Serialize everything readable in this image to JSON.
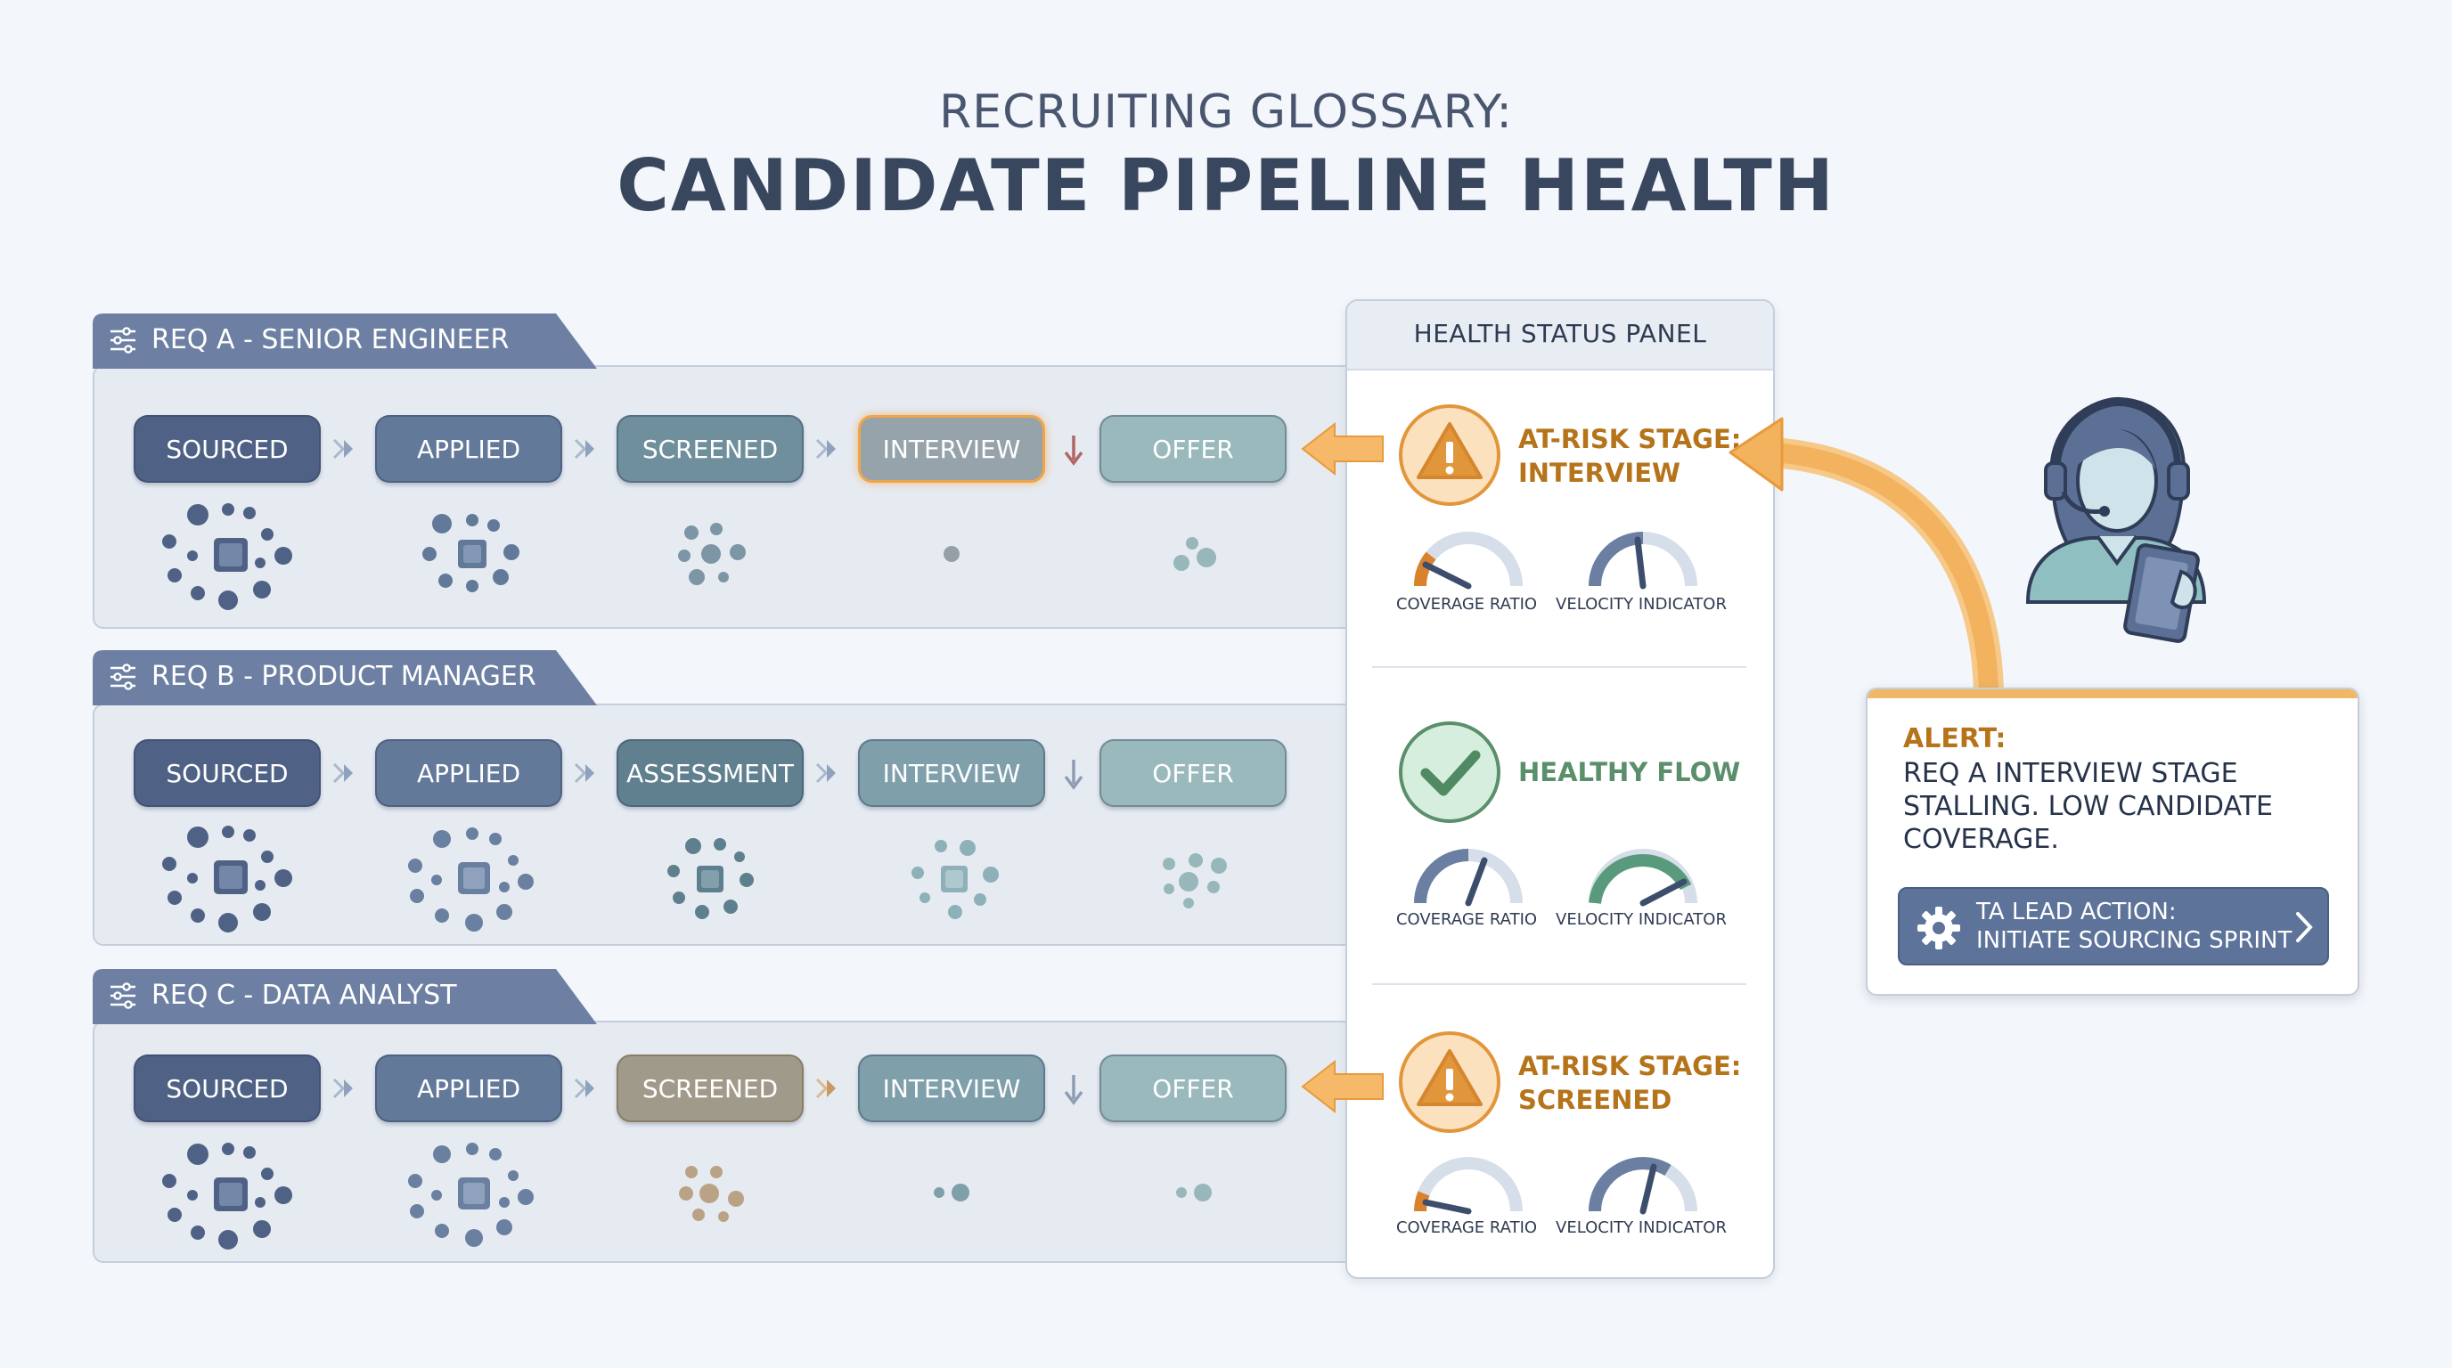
{
  "header": {
    "subtitle": "RECRUITING GLOSSARY:",
    "title": "CANDIDATE PIPELINE HEALTH"
  },
  "reqs": [
    {
      "title": "REQ A - SENIOR ENGINEER",
      "stages": [
        "SOURCED",
        "APPLIED",
        "SCREENED",
        "INTERVIEW",
        "OFFER"
      ]
    },
    {
      "title": "REQ B - PRODUCT MANAGER",
      "stages": [
        "SOURCED",
        "APPLIED",
        "ASSESSMENT",
        "INTERVIEW",
        "OFFER"
      ]
    },
    {
      "title": "REQ C - DATA ANALYST",
      "stages": [
        "SOURCED",
        "APPLIED",
        "SCREENED",
        "INTERVIEW",
        "OFFER"
      ]
    }
  ],
  "health_panel": {
    "title": "HEALTH STATUS PANEL",
    "statuses": [
      {
        "line1": "AT-RISK STAGE:",
        "line2": "INTERVIEW",
        "icon": "warning-icon"
      },
      {
        "line1": "HEALTHY FLOW",
        "line2": "",
        "icon": "check-icon"
      },
      {
        "line1": "AT-RISK STAGE:",
        "line2": "SCREENED",
        "icon": "warning-icon"
      }
    ],
    "gauge_labels": {
      "coverage": "COVERAGE RATIO",
      "velocity": "VELOCITY INDICATOR"
    }
  },
  "alert": {
    "title": "ALERT:",
    "message": "REQ A INTERVIEW STAGE STALLING. LOW CANDIDATE COVERAGE.",
    "action_line1": "TA LEAD ACTION:",
    "action_line2": "INITIATE SOURCING SPRINT"
  },
  "colors": {
    "accent_orange": "#f0b866",
    "warning_orange": "#b5731a",
    "healthy_green": "#5a8f6b",
    "navy": "#4f6285"
  }
}
